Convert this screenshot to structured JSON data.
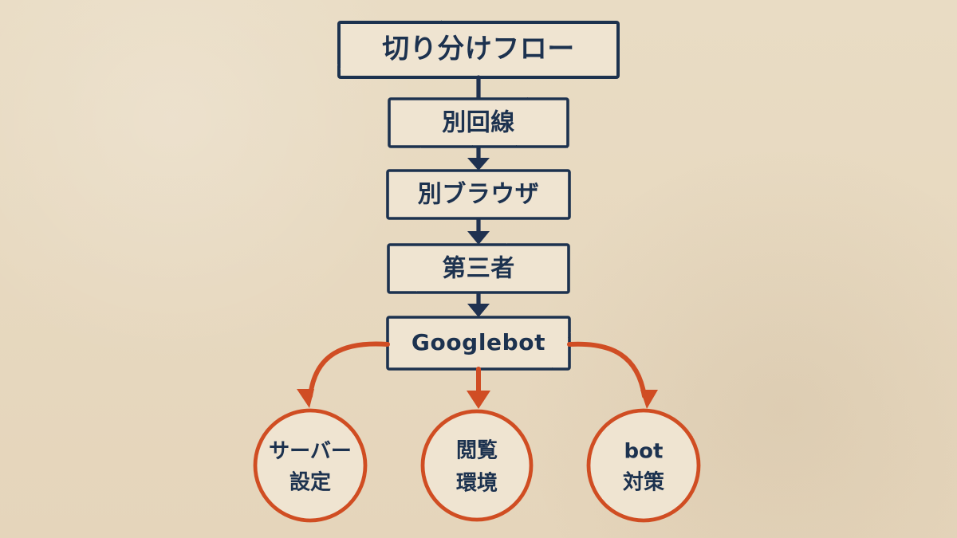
{
  "diagram": {
    "title": "切り分けフロー",
    "steps": [
      "別回線",
      "別ブラウザ",
      "第三者",
      "Googlebot"
    ],
    "outcomes": [
      {
        "line1": "サーバー",
        "line2": "設定"
      },
      {
        "line1": "閲覧",
        "line2": "環境"
      },
      {
        "line1": "bot",
        "line2": "対策"
      }
    ]
  },
  "colors": {
    "background": "#e8dac2",
    "navy": "#1f3150",
    "orange": "#d04d24"
  }
}
